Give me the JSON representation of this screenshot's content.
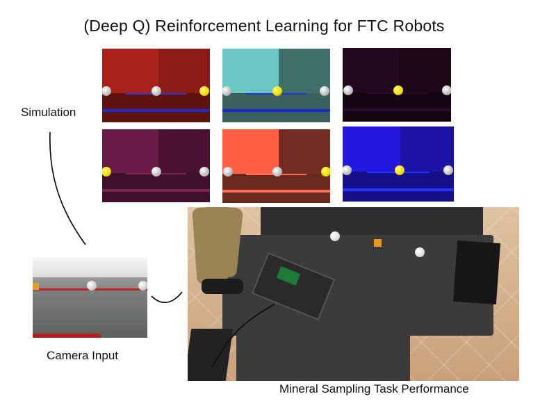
{
  "title": "(Deep Q) Reinforcement Learning for FTC Robots",
  "labels": {
    "simulation": "Simulation",
    "camera": "Camera Input",
    "performance": "Mineral Sampling Task Performance"
  },
  "sim_tiles": [
    {
      "wall_left": "#a8211a",
      "wall_right": "#8c1b15",
      "floor": "#5e120e",
      "stripe": "#1d2bd6",
      "line": "#2e3ad8",
      "balls": [
        "white",
        "white",
        "gold"
      ]
    },
    {
      "wall_left": "#6ac7c4",
      "wall_right": "#3f6f68",
      "floor": "#3b605d",
      "stripe": "#1b2bd4",
      "line": "#2631d8",
      "balls": [
        "white",
        "gold",
        "white"
      ]
    },
    {
      "wall_left": "#22081f",
      "wall_right": "#1c0719",
      "floor": "#150513",
      "stripe": "#2a0a27",
      "line": "#2a0a27",
      "balls": [
        "white",
        "gold",
        "white"
      ]
    },
    {
      "wall_left": "#6a1a47",
      "wall_right": "#4a1134",
      "floor": "#3f0f2d",
      "stripe": "#7a2550",
      "line": "#7a2550",
      "balls": [
        "gold",
        "white",
        "white"
      ]
    },
    {
      "wall_left": "#ff6044",
      "wall_right": "#732d22",
      "floor": "#6c2a1f",
      "stripe": "#ff6e55",
      "line": "#ff6e55",
      "balls": [
        "white",
        "white",
        "gold"
      ]
    },
    {
      "wall_left": "#2418e0",
      "wall_right": "#1a13a6",
      "floor": "#15108a",
      "stripe": "#2733ff",
      "line": "#2733ff",
      "balls": [
        "white",
        "gold",
        "white"
      ]
    }
  ]
}
